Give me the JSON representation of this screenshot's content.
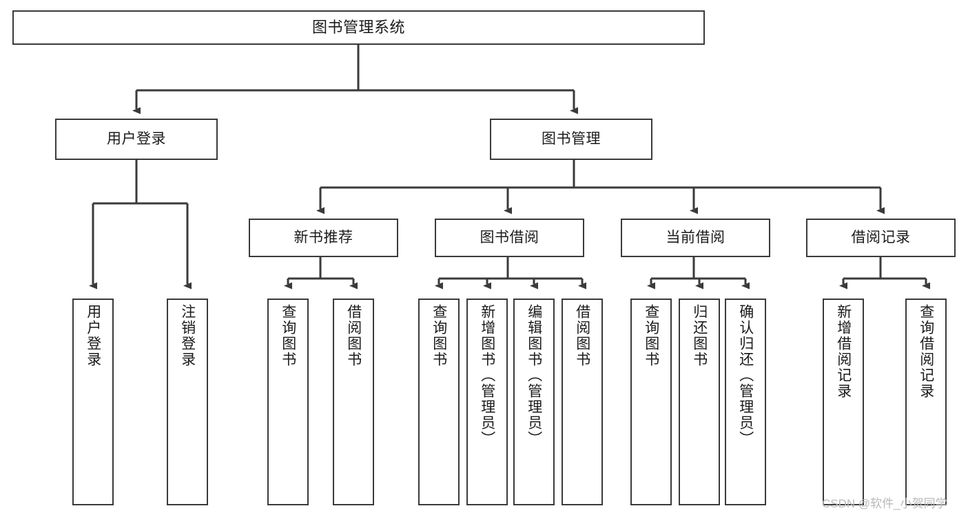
{
  "diagram": {
    "title": "图书管理系统",
    "watermark": "CSDN @软件_小贺同学",
    "line_color": "#3a3a3a",
    "box_fill": "#ffffff",
    "text_color": "#1b1b1b",
    "nodes": {
      "root": "图书管理系统",
      "level2": {
        "user_login": "用户登录",
        "book_manage": "图书管理"
      },
      "level3": {
        "new_book_recommend": "新书推荐",
        "book_borrow": "图书借阅",
        "current_borrow": "当前借阅",
        "borrow_record": "借阅记录"
      },
      "leaves": {
        "user_login_1": "用户登录",
        "user_login_2": "注销登录",
        "new_book_1": "查询图书",
        "new_book_2": "借阅图书",
        "book_borrow_1": "查询图书",
        "book_borrow_2": "新增图书（管理员）",
        "book_borrow_3": "编辑图书（管理员）",
        "book_borrow_4": "借阅图书",
        "current_borrow_1": "查询图书",
        "current_borrow_2": "归还图书",
        "current_borrow_3": "确认归还（管理员）",
        "borrow_record_1": "新增借阅记录",
        "borrow_record_2": "查询借阅记录"
      }
    }
  }
}
